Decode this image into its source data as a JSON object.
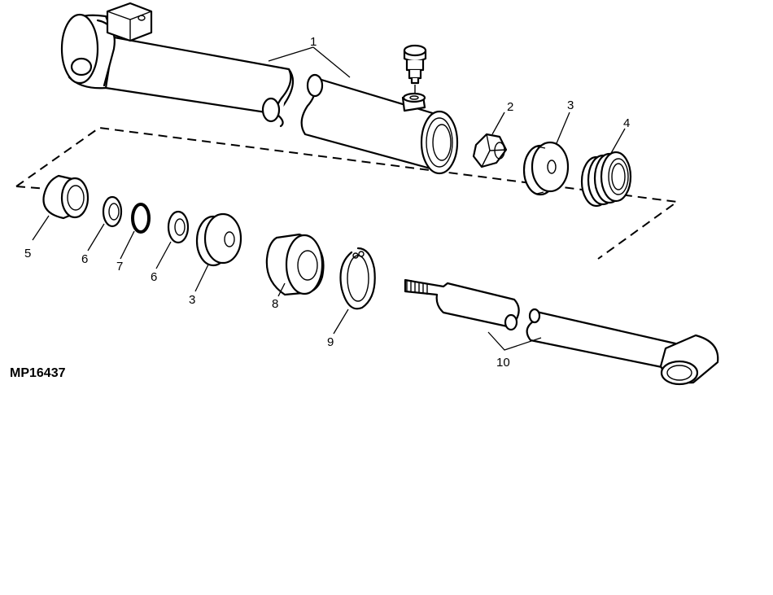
{
  "figure_id": "MP16437",
  "callouts": {
    "c1": "1",
    "c2": "2",
    "c3a": "3",
    "c4": "4",
    "c5": "5",
    "c6a": "6",
    "c7": "7",
    "c6b": "6",
    "c3b": "3",
    "c8": "8",
    "c9": "9",
    "c10": "10"
  }
}
